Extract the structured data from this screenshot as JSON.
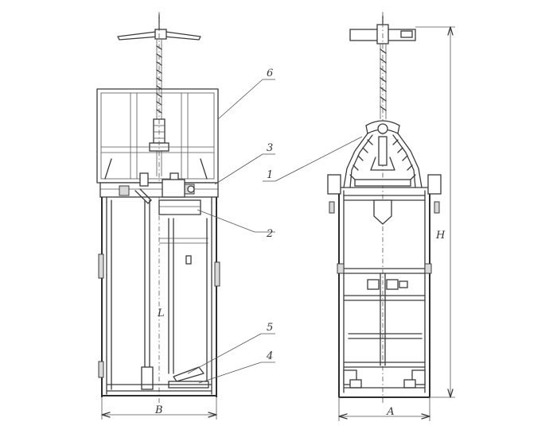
{
  "callouts": {
    "c1": "1",
    "c2": "2",
    "c3": "3",
    "c4": "4",
    "c5": "5",
    "c6": "6"
  },
  "dimensions": {
    "width_left": "В",
    "width_right": "А",
    "height": "Н",
    "inner_mark": "L"
  }
}
